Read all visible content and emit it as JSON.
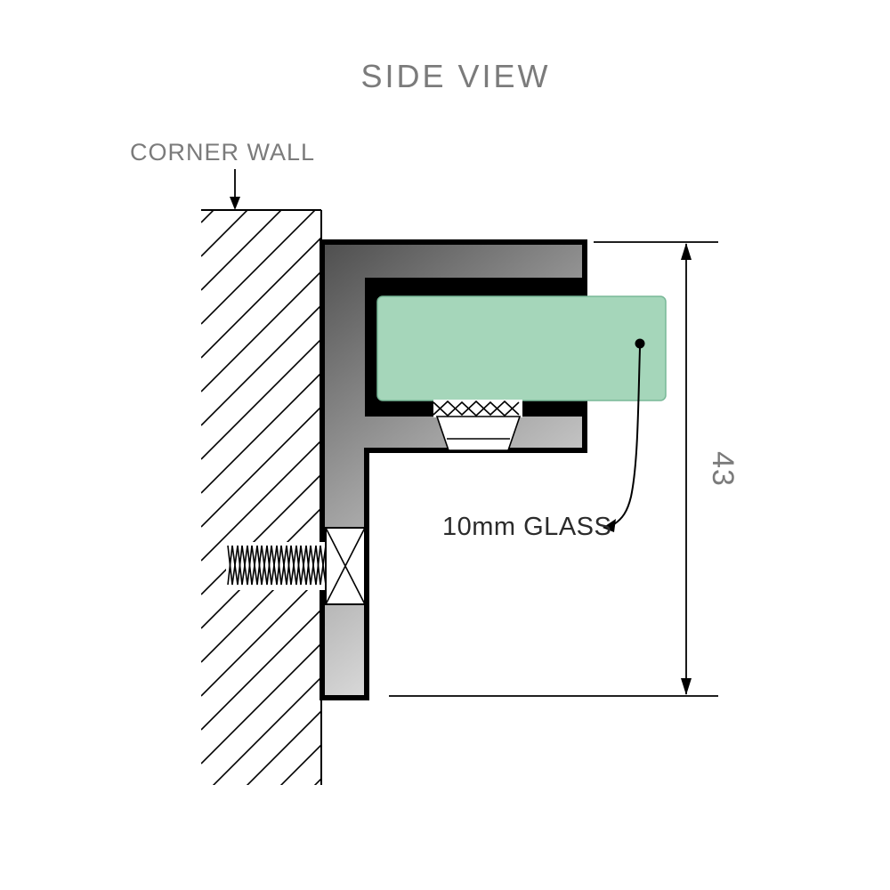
{
  "diagram": {
    "title": "SIDE VIEW",
    "labels": {
      "corner_wall": "CORNER WALL",
      "glass": "10mm GLASS",
      "dimension": "43"
    },
    "colors": {
      "background": "#ffffff",
      "glass_fill": "#a5d6ba",
      "glass_edge": "#78b897",
      "metal_dark": "#4e4e4e",
      "metal_mid": "#9e9e9e",
      "metal_light": "#e9e9e9",
      "outline": "#000000",
      "label_gray": "#7b7b7b",
      "label_dark": "#2b2b2b"
    }
  }
}
